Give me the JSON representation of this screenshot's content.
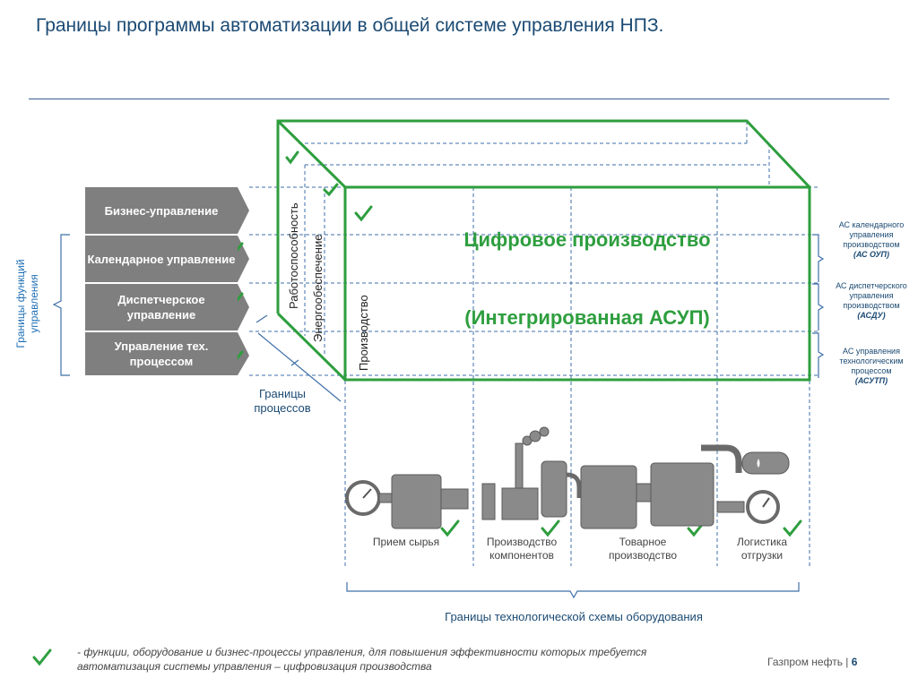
{
  "title": "Границы программы автоматизации в общей системе управления НПЗ.",
  "functions": [
    {
      "label": "Бизнес-управление",
      "checked": false
    },
    {
      "label": "Календарное управление",
      "checked": true
    },
    {
      "label": "Диспетчерское управление",
      "checked": true
    },
    {
      "label": "Управление тех. процессом",
      "checked": true
    }
  ],
  "functions_boundary_label": "Границы функций управления",
  "process_boundary_label": "Границы процессов",
  "cube": {
    "title_line1": "Цифровое производство",
    "title_line2": "(Интегрированная АСУП)",
    "faces": [
      "Работоспособность",
      "Энергообеспечение",
      "Производство"
    ]
  },
  "systems": [
    {
      "pre": "АС календарного управления производством",
      "abbr": "(АС ОУП)"
    },
    {
      "pre": "АС диспетчерского управления производством",
      "abbr": "(АСДУ)"
    },
    {
      "pre": "АС управления технологическим процессом",
      "abbr": "(АСУТП)"
    }
  ],
  "stages": [
    {
      "label": "Прием сырья"
    },
    {
      "label": "Производство компонентов"
    },
    {
      "label": "Товарное производство"
    },
    {
      "label": "Логистика отгрузки"
    }
  ],
  "equipment_boundary_label": "Границы технологической схемы оборудования",
  "footnote": "функции, оборудование и бизнес-процессы управления, для повышения эффективности которых требуется автоматизация системы управления – цифровизация производства",
  "footnote_dash": "-",
  "brand": {
    "name": "Газпром нефть",
    "separator": "|",
    "page": "6"
  },
  "colors": {
    "green": "#2e9e3e",
    "gray_box": "#7f7f7f",
    "navy": "#1b4a73",
    "blue_dash": "#3f6fa8"
  }
}
